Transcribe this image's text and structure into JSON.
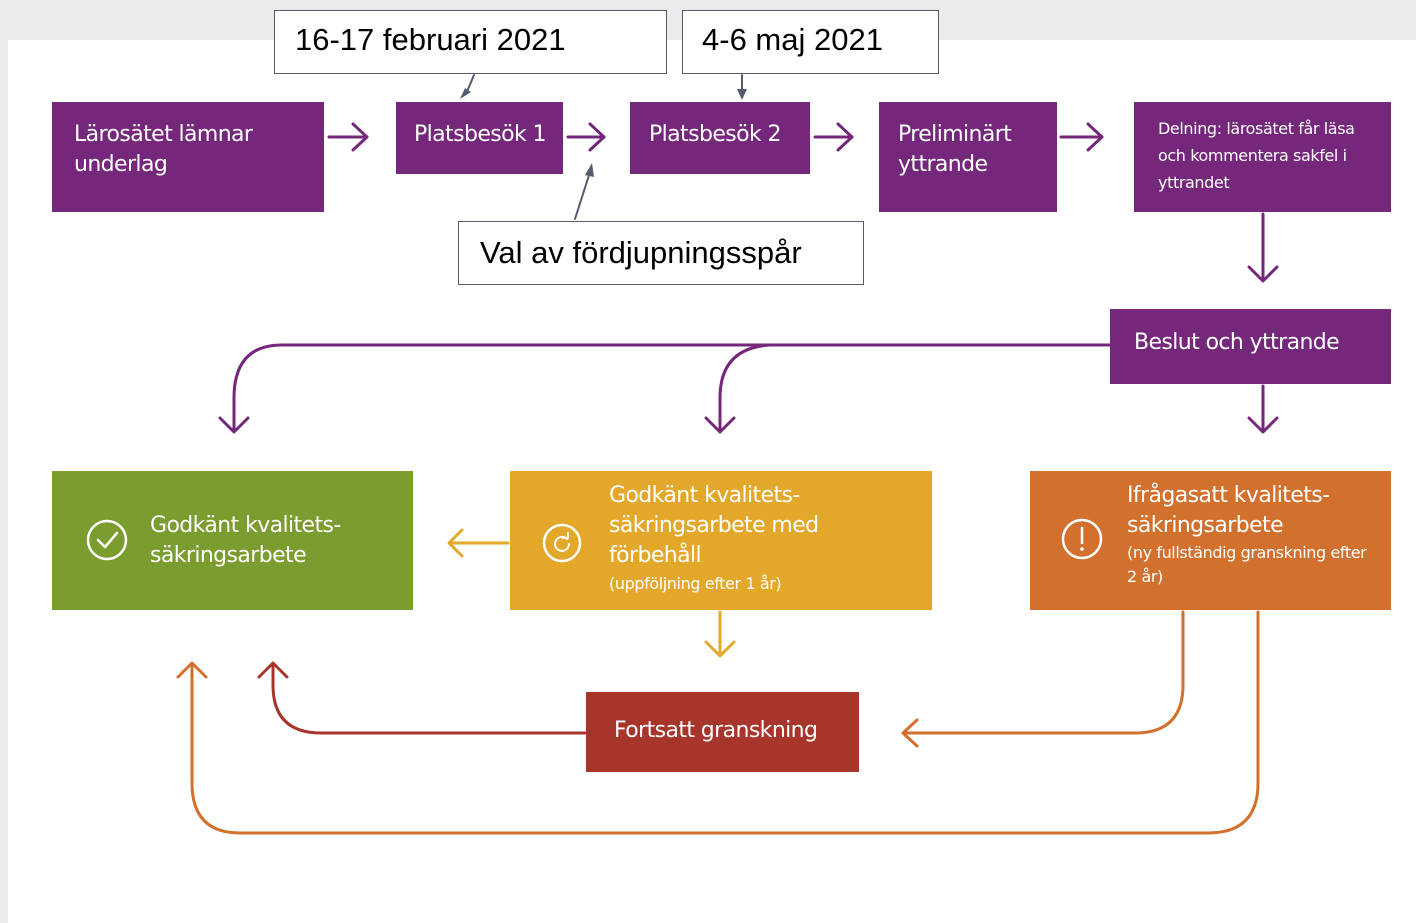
{
  "callouts": {
    "date1": "16-17 februari 2021",
    "date2": "4-6 maj 2021",
    "track": "Val av fördjupningsspår"
  },
  "steps": {
    "submit": "Lärosätet lämnar underlag",
    "visit1": "Platsbesök 1",
    "visit2": "Platsbesök 2",
    "prelim": "Preliminärt yttrande",
    "sharing": "Delning: lärosätet får läsa och kommentera sakfel i yttrandet",
    "decision": "Beslut och yttrande"
  },
  "outcomes": {
    "approved": {
      "label": "Godkänt kvalitets-säkringsarbete"
    },
    "reserved": {
      "label": "Godkänt kvalitets-säkringsarbete med förbehåll",
      "note": "(uppföljning efter 1 år)"
    },
    "questioned": {
      "label": "Ifrågasatt kvalitets-säkringsarbete",
      "note": "(ny fullständig granskning efter 2 år)"
    },
    "continued": {
      "label": "Fortsatt granskning"
    }
  },
  "icons": {
    "approved": "checkmark-circle-icon",
    "reserved": "refresh-circle-icon",
    "questioned": "exclamation-circle-icon"
  },
  "colors": {
    "purple": "#74277b",
    "green": "#7b9c2e",
    "yellow": "#e3a82a",
    "orange": "#d2702d",
    "red": "#a8352b",
    "canvas_background": "#ebebeb",
    "page_background": "#ffffff"
  }
}
